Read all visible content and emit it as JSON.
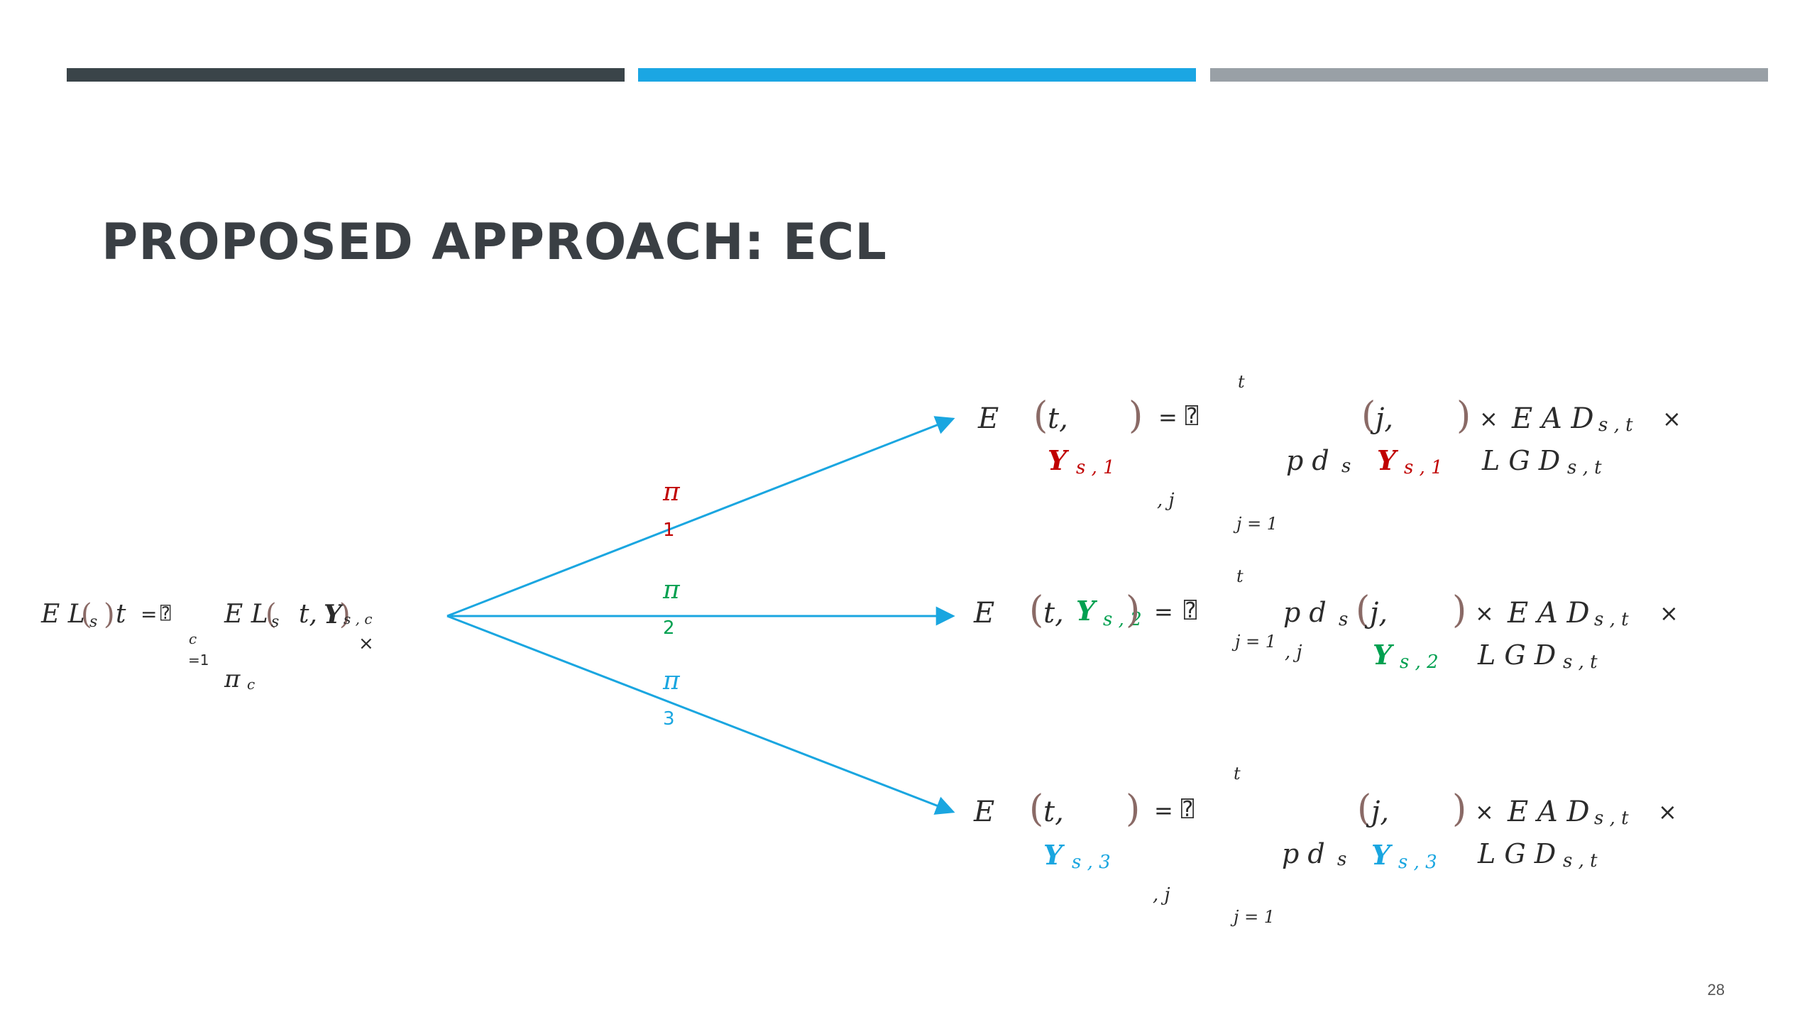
{
  "slide": {
    "title": "PROPOSED APPROACH: ECL",
    "page_number": "28",
    "bar_colors": [
      "#3a4449",
      "#1ba6e3",
      "#99a0a6"
    ]
  },
  "left_formula": {
    "EL": "E L",
    "s": "s",
    "t": "t",
    "eq": "=",
    "sum_symbol": "⍰",
    "sum_upper": "c",
    "sum_lower": "=1",
    "EL2": "E L",
    "s2": "s",
    "tY": "t, ",
    "Y": "Y",
    "sc": "s , c",
    "times": "×",
    "pi": "π",
    "c": "c"
  },
  "branches": [
    {
      "pi": "π",
      "index": "1",
      "color": "#c00000"
    },
    {
      "pi": "π",
      "index": "2",
      "color": "#00a050"
    },
    {
      "pi": "π",
      "index": "3",
      "color": "#1aa6e0"
    }
  ],
  "scenarios": [
    {
      "E": "E",
      "t_arg": "t,",
      "Y": "Y",
      "Y_sub": "s , 1",
      "eq": "=",
      "sum_symbol": "⍰",
      "sum_upper": "t",
      "sum_lower": "j = 1",
      "comma_j": ", j",
      "pd": "p d",
      "pd_sub": "s",
      "j_arg": "j,",
      "Y2_sub": "s , 1",
      "times1": "×",
      "EAD": "E A D",
      "EAD_sub": "s , t",
      "times2": "×",
      "LGD": "L G D",
      "LGD_sub": "s , t"
    },
    {
      "E": "E",
      "t_arg": "t, ",
      "Y": "Y",
      "Y_sub": "s , 2",
      "eq": "=",
      "sum_symbol": "⍰",
      "sum_upper": "t",
      "sum_lower": "j = 1",
      "comma_j": ", j",
      "pd": "p d",
      "pd_sub": "s",
      "j_arg": "j,",
      "Y2_sub": "s , 2",
      "times1": "×",
      "EAD": "E A D",
      "EAD_sub": "s , t",
      "times2": "×",
      "LGD": "L G D",
      "LGD_sub": "s , t"
    },
    {
      "E": "E",
      "t_arg": "t,",
      "Y": "Y",
      "Y_sub": "s , 3",
      "eq": "=",
      "sum_symbol": "⍰",
      "sum_upper": "t",
      "sum_lower": "j = 1",
      "comma_j": ", j",
      "pd": "p d",
      "pd_sub": "s",
      "j_arg": "j,",
      "Y2_sub": "s , 3",
      "times1": "×",
      "EAD": "E A D",
      "EAD_sub": "s , t",
      "times2": "×",
      "LGD": "L G D",
      "LGD_sub": "s , t"
    }
  ],
  "arrow_color": "#1aa6e0"
}
